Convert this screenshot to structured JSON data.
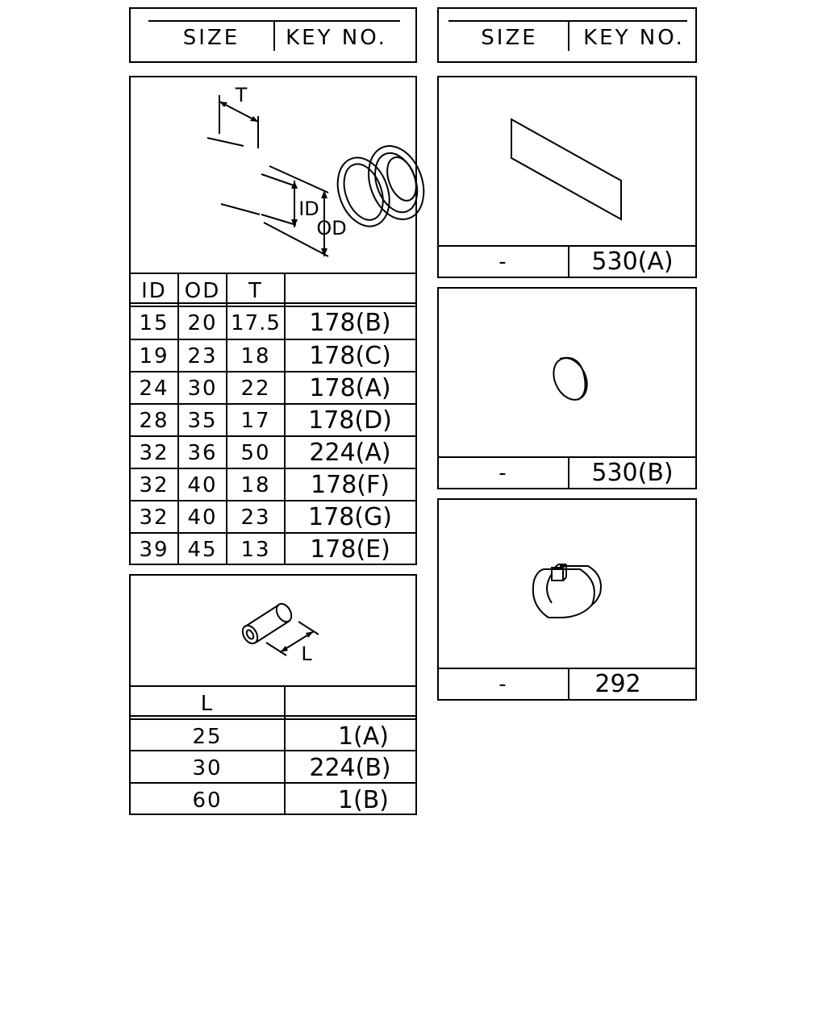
{
  "headers": {
    "left": {
      "size": "SIZE",
      "key": "KEY NO."
    },
    "right": {
      "size": "SIZE",
      "key": "KEY NO."
    }
  },
  "grommet": {
    "labels": {
      "t": "T",
      "id": "ID",
      "od": "OD"
    },
    "columns": [
      "ID",
      "OD",
      "T",
      ""
    ],
    "rows": [
      {
        "id": "15",
        "od": "20",
        "t": "17.5",
        "key": "178(B)"
      },
      {
        "id": "19",
        "od": "23",
        "t": "18",
        "key": "178(C)"
      },
      {
        "id": "24",
        "od": "30",
        "t": "22",
        "key": "178(A)"
      },
      {
        "id": "28",
        "od": "35",
        "t": "17",
        "key": "178(D)"
      },
      {
        "id": "32",
        "od": "36",
        "t": "50",
        "key": "224(A)"
      },
      {
        "id": "32",
        "od": "40",
        "t": "18",
        "key": "178(F)"
      },
      {
        "id": "32",
        "od": "40",
        "t": "23",
        "key": "178(G)"
      },
      {
        "id": "39",
        "od": "45",
        "t": "13",
        "key": "178(E)"
      }
    ]
  },
  "tube": {
    "labels": {
      "l": "L"
    },
    "columns": [
      "L",
      ""
    ],
    "rows": [
      {
        "l": "25",
        "key": "1(A)"
      },
      {
        "l": "30",
        "key": "224(B)"
      },
      {
        "l": "60",
        "key": "1(B)"
      }
    ]
  },
  "parts": [
    {
      "size": "-",
      "key": "530(A)",
      "icon": "sheet-pad-icon"
    },
    {
      "size": "-",
      "key": "530(B)",
      "icon": "round-plug-icon"
    },
    {
      "size": "-",
      "key": "292",
      "icon": "oval-clip-icon"
    }
  ]
}
